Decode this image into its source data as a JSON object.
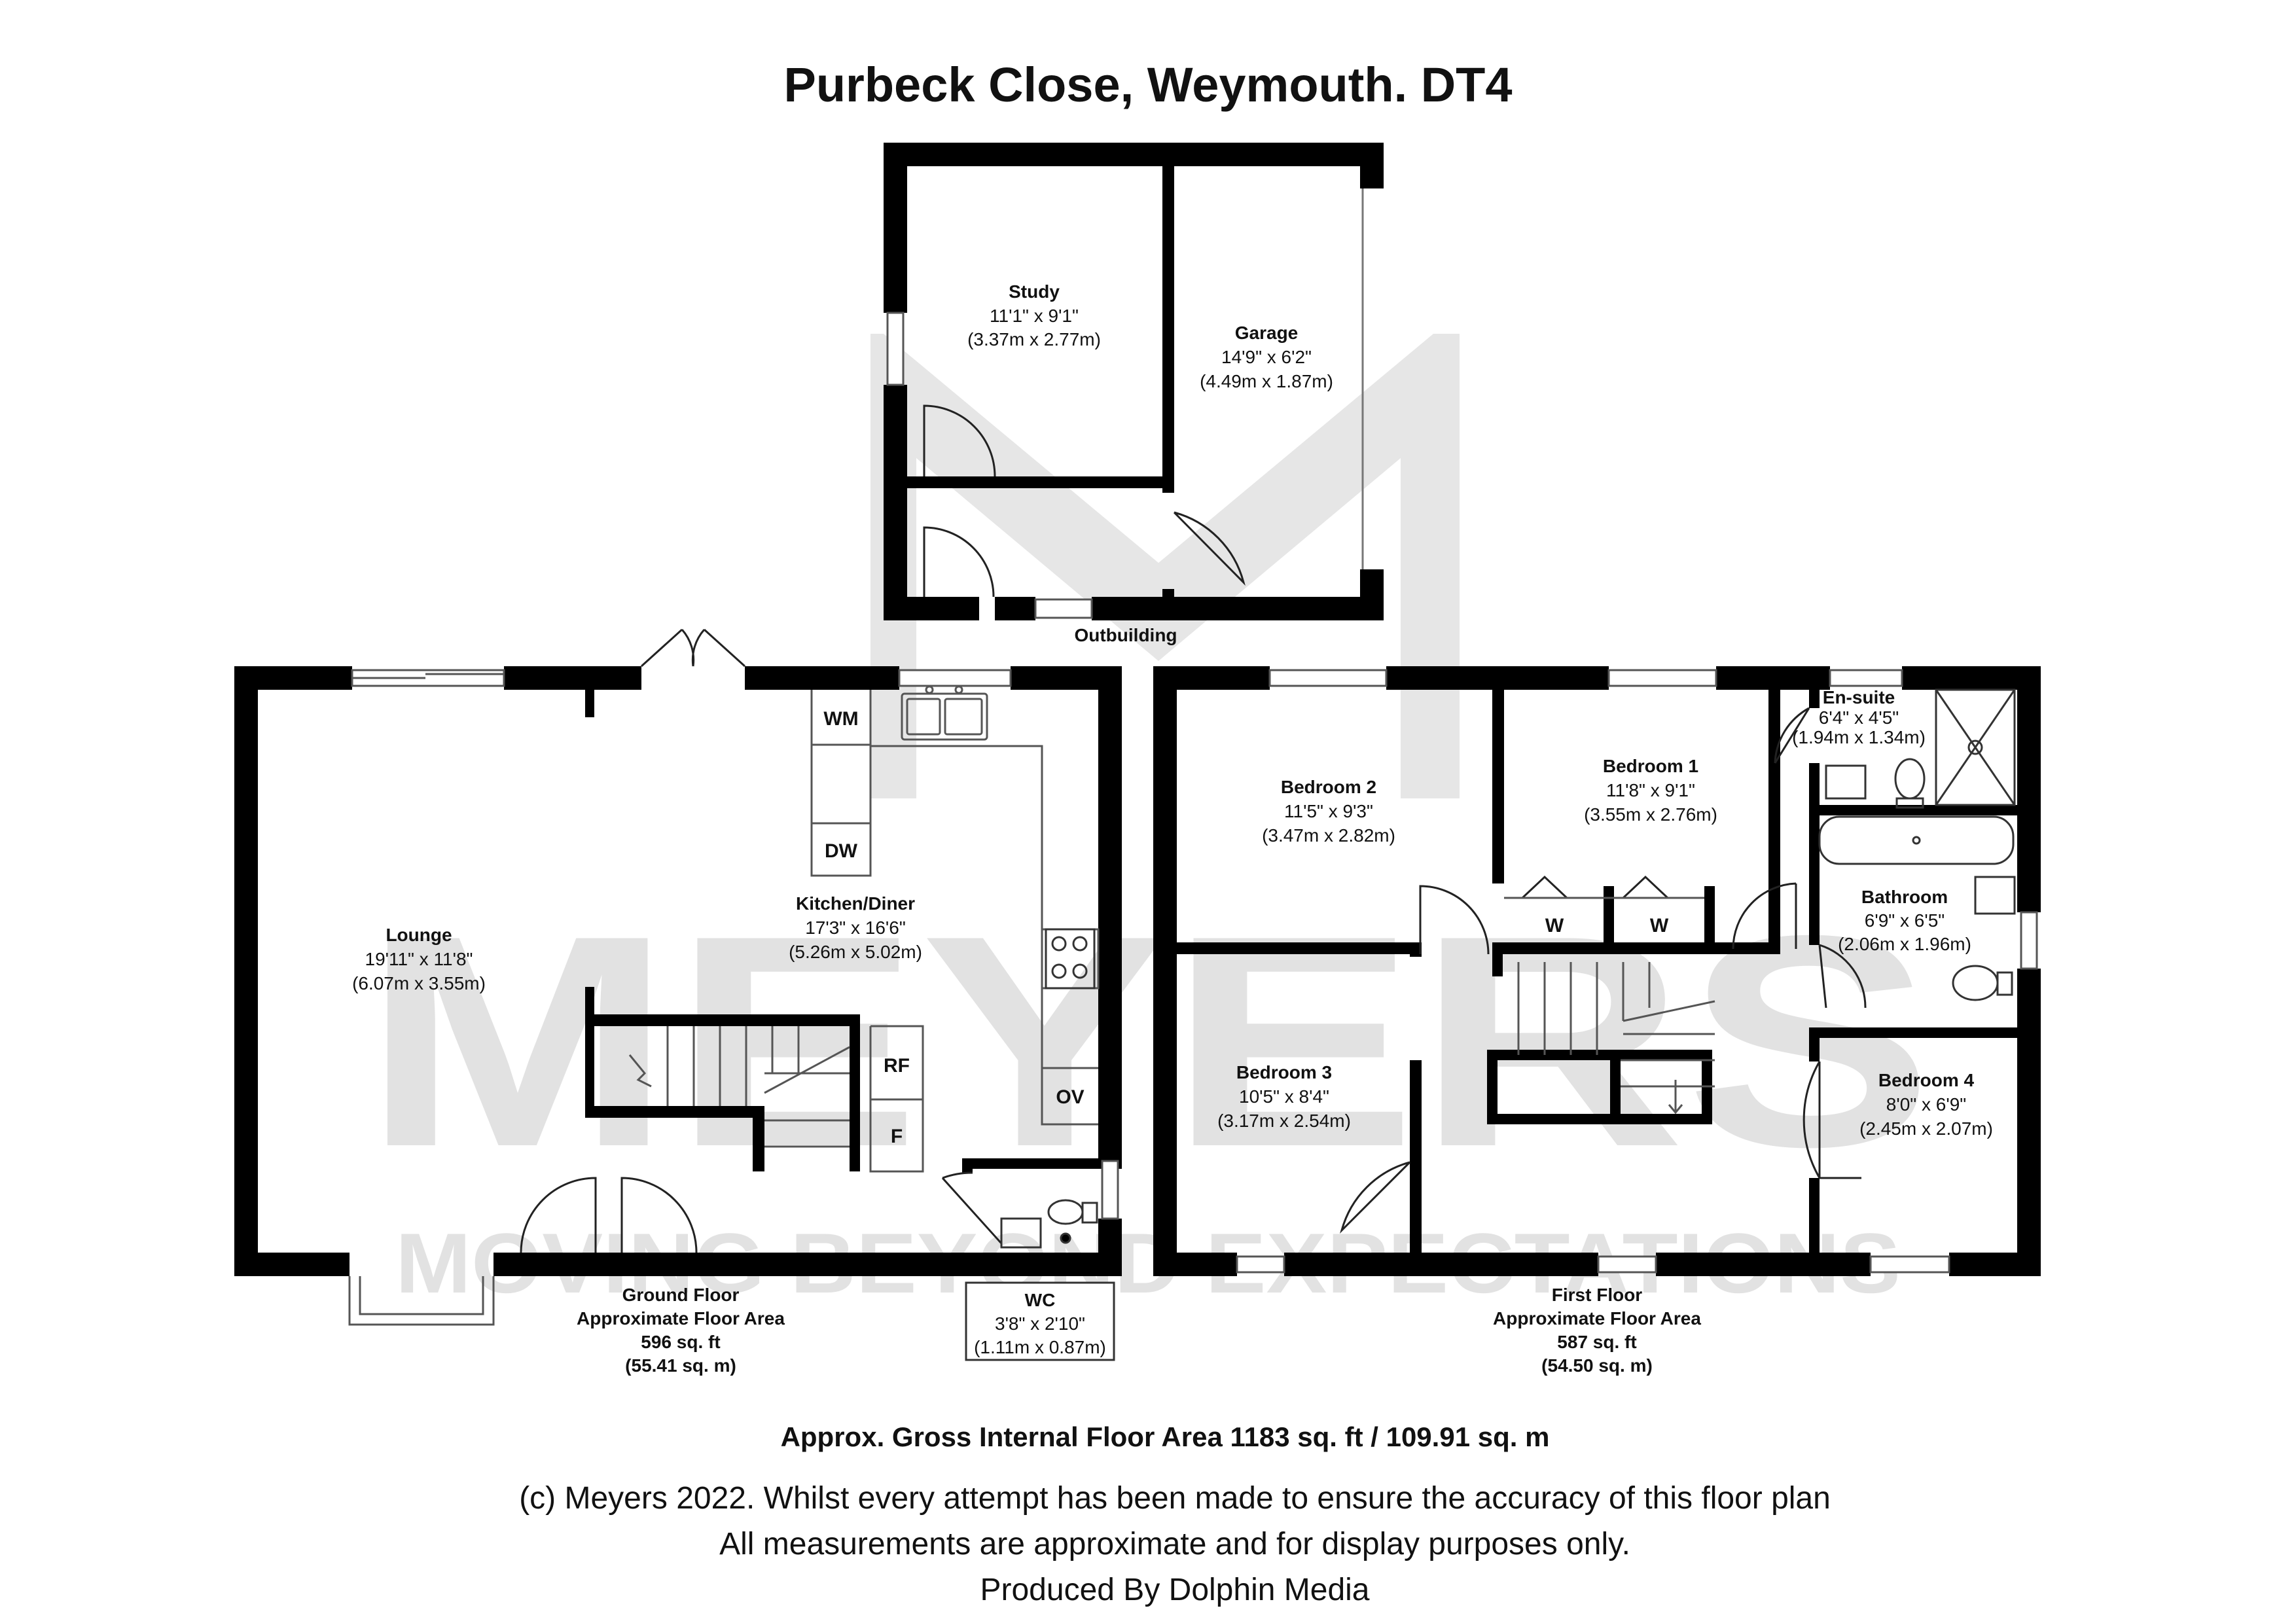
{
  "title": "Purbeck Close, Weymouth. DT4",
  "watermark": {
    "brand": "MEYERS",
    "tagline": "MOVING BEYOND EXPECTATIONS"
  },
  "rooms": {
    "study": {
      "name": "Study",
      "imperial": "11'1\" x 9'1\"",
      "metric": "(3.37m x 2.77m)"
    },
    "garage": {
      "name": "Garage",
      "imperial": "14'9\" x 6'2\"",
      "metric": "(4.49m x 1.87m)"
    },
    "lounge": {
      "name": "Lounge",
      "imperial": "19'11\" x 11'8\"",
      "metric": "(6.07m x 3.55m)"
    },
    "kitchen": {
      "name": "Kitchen/Diner",
      "imperial": "17'3\" x 16'6\"",
      "metric": "(5.26m x 5.02m)"
    },
    "wc": {
      "name": "WC",
      "imperial": "3'8\" x 2'10\"",
      "metric": "(1.11m x 0.87m)"
    },
    "bedroom2": {
      "name": "Bedroom 2",
      "imperial": "11'5\" x 9'3\"",
      "metric": "(3.47m x 2.82m)"
    },
    "bedroom1": {
      "name": "Bedroom 1",
      "imperial": "11'8\" x 9'1\"",
      "metric": "(3.55m x 2.76m)"
    },
    "ensuite": {
      "name": "En-suite",
      "imperial": "6'4\" x 4'5\"",
      "metric": "(1.94m x 1.34m)"
    },
    "bathroom": {
      "name": "Bathroom",
      "imperial": "6'9\" x 6'5\"",
      "metric": "(2.06m x 1.96m)"
    },
    "bedroom3": {
      "name": "Bedroom 3",
      "imperial": "10'5\" x 8'4\"",
      "metric": "(3.17m x 2.54m)"
    },
    "bedroom4": {
      "name": "Bedroom 4",
      "imperial": "8'0\" x 6'9\"",
      "metric": "(2.45m x 2.07m)"
    }
  },
  "fixtures": {
    "wm": "WM",
    "dw": "DW",
    "rf": "RF",
    "f": "F",
    "ov": "OV",
    "w1": "W",
    "w2": "W"
  },
  "labels": {
    "outbuilding": "Outbuilding"
  },
  "floors": {
    "ground": {
      "line1": "Ground Floor",
      "line2": "Approximate Floor Area",
      "sqft": "596 sq. ft",
      "sqm": "(55.41 sq. m)"
    },
    "first": {
      "line1": "First Floor",
      "line2": "Approximate Floor Area",
      "sqft": "587 sq. ft",
      "sqm": "(54.50 sq. m)"
    }
  },
  "gross_area": "Approx. Gross Internal Floor Area 1183 sq. ft / 109.91 sq. m",
  "footer": {
    "line1": "(c) Meyers 2022. Whilst every attempt has been made to ensure the accuracy of this floor plan",
    "line2": "All measurements are approximate and for display purposes only.",
    "line3": "Produced By Dolphin Media"
  }
}
